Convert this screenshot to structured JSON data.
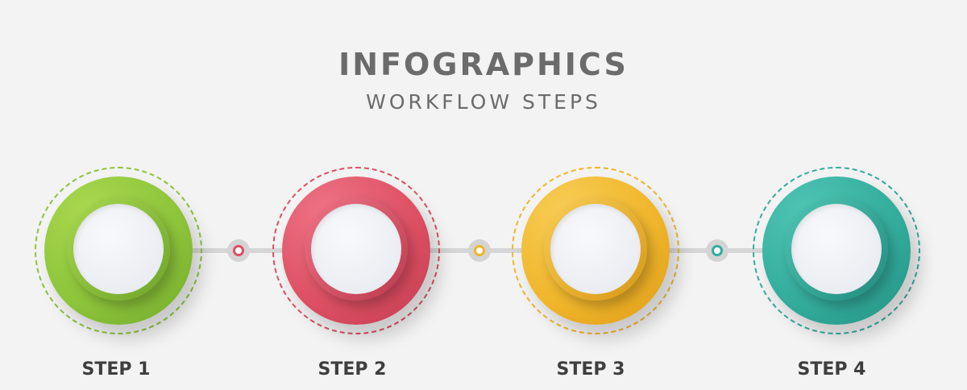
{
  "header": {
    "title": "INFOGRAPHICS",
    "subtitle": "WORKFLOW STEPS"
  },
  "steps": [
    {
      "label": "STEP 1",
      "color": "#8cc43a",
      "light": "#a9d84f",
      "dark": "#6ea42a"
    },
    {
      "label": "STEP 2",
      "color": "#dd4f63",
      "light": "#ee7385",
      "dark": "#bd3a4e"
    },
    {
      "label": "STEP 3",
      "color": "#f0b52a",
      "light": "#f7cd55",
      "dark": "#d99816"
    },
    {
      "label": "STEP 4",
      "color": "#33ac9c",
      "light": "#4fc5b4",
      "dark": "#218c7e"
    }
  ],
  "connector_dots": [
    {
      "color": "#dd4f63"
    },
    {
      "color": "#f0b52a"
    },
    {
      "color": "#33ac9c"
    }
  ]
}
